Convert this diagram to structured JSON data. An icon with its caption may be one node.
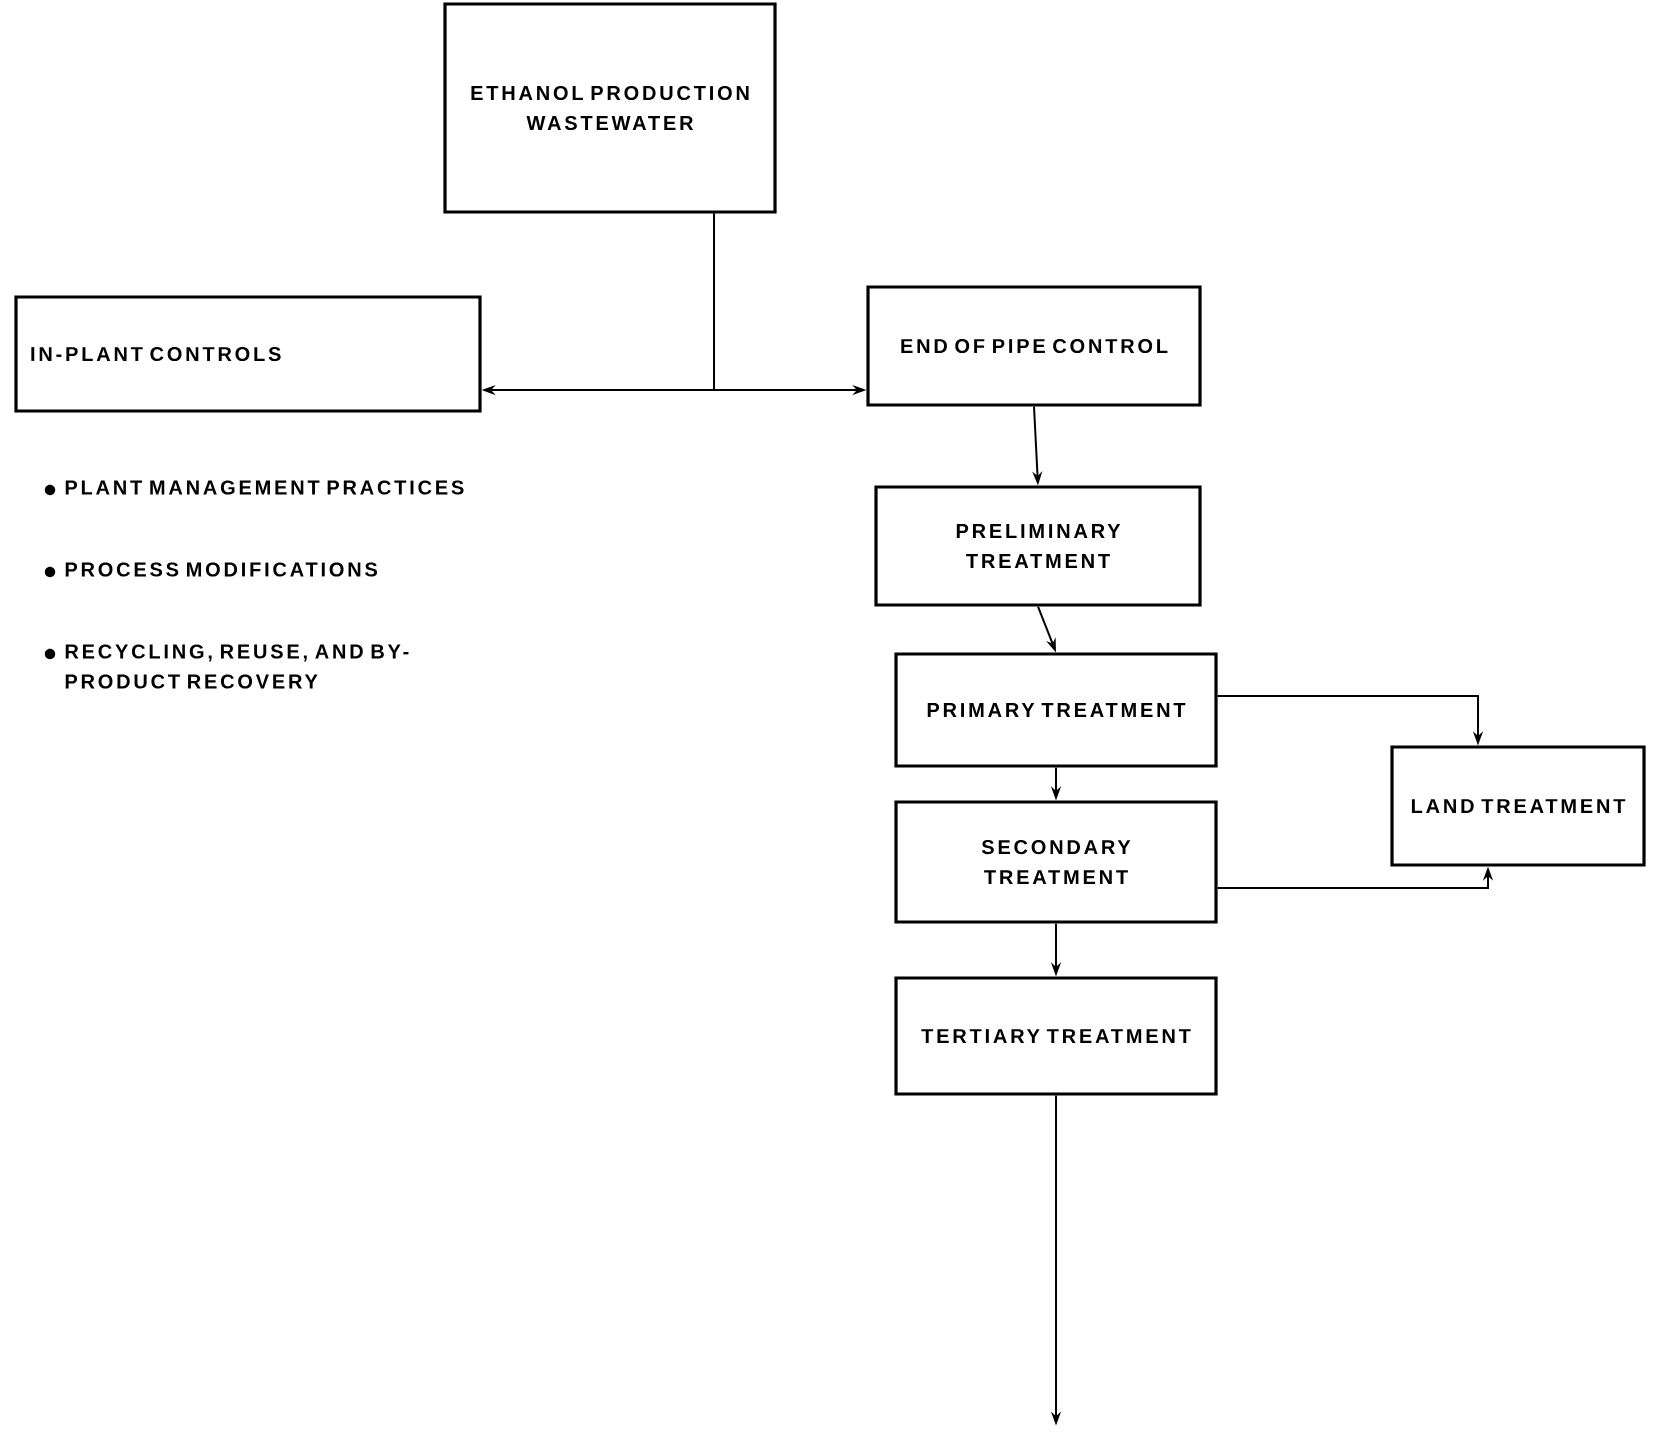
{
  "diagram": {
    "nodes": [
      {
        "text": [
          "ETHANOL PRODUCTION WASTEWATER"
        ]
      },
      {
        "text": [
          "IN-PLANT CONTROLS"
        ]
      },
      {
        "text": [
          "END OF PIPE CONTROL"
        ]
      },
      {
        "text": [
          "PRELIMINARY TREATMENT"
        ]
      },
      {
        "text": [
          "PRIMARY TREATMENT"
        ]
      },
      {
        "text": [
          "LAND TREATMENT"
        ]
      },
      {
        "text": [
          "SECONDARY TREATMENT"
        ]
      },
      {
        "text": [
          "TERTIARY TREATMENT"
        ]
      }
    ],
    "edges": [
      {
        "from": 0,
        "to": 1,
        "arrow": "to"
      },
      {
        "from": 0,
        "to": 2,
        "arrow": "to"
      },
      {
        "from": 2,
        "to": 3,
        "arrow": "to"
      },
      {
        "from": 3,
        "to": 4,
        "arrow": "to"
      },
      {
        "from": 4,
        "to": 6,
        "arrow": "to"
      },
      {
        "from": 6,
        "to": 7,
        "arrow": "to"
      },
      {
        "from": 4,
        "to": 5,
        "arrow": "to"
      },
      {
        "from": 6,
        "to": 5,
        "arrow": "to"
      },
      {
        "from": 7,
        "to": null,
        "arrow": "to"
      }
    ],
    "labels": [
      "PLANT MANAGEMENT PRACTICES",
      "PROCESS MODIFICATIONS",
      "RECYCLING, REUSE, AND BY-PRODUCT RECOVERY"
    ]
  }
}
